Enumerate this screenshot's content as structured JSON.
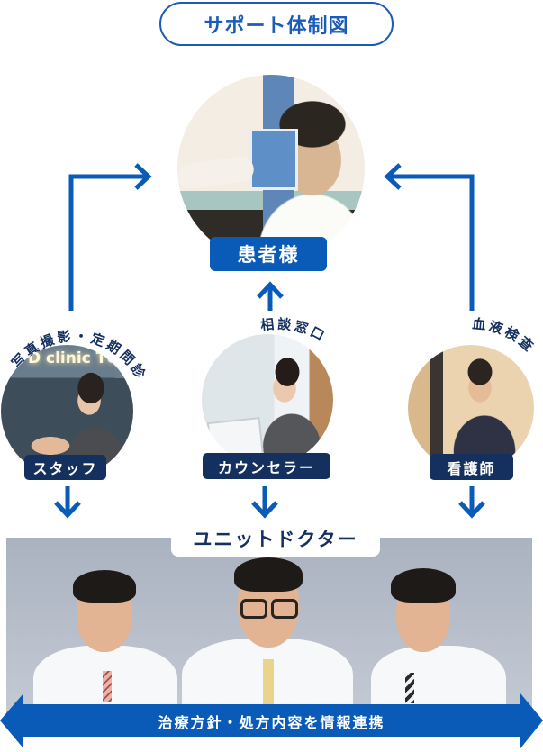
{
  "title": "サポート体制図",
  "colors": {
    "primary_blue": "#0a5bb8",
    "navy": "#14305e",
    "title_blue": "#1a5cb8",
    "background": "#ffffff"
  },
  "patient": {
    "label": "患者様",
    "photo": "patient-consultation-photo"
  },
  "roles": [
    {
      "label": "スタッフ",
      "caption": "写真撮影・定期問診",
      "photo": "staff-photo",
      "logo_text": "D clinic TO"
    },
    {
      "label": "カウンセラー",
      "caption": "相談窓口",
      "photo": "counselor-photo"
    },
    {
      "label": "看護師",
      "caption": "血液検査",
      "photo": "nurse-photo"
    }
  ],
  "unit_doctor": {
    "label": "ユニットドクター",
    "photo": "doctors-group-photo",
    "doctor_count": 3
  },
  "info_sharing": {
    "label": "治療方針・処方内容を情報連携"
  },
  "arrows": [
    {
      "from": "スタッフ",
      "to": "患者様",
      "direction": "up-right"
    },
    {
      "from": "カウンセラー",
      "to": "患者様",
      "direction": "up"
    },
    {
      "from": "看護師",
      "to": "患者様",
      "direction": "up-left"
    },
    {
      "from": "スタッフ",
      "to": "ユニットドクター",
      "direction": "down"
    },
    {
      "from": "カウンセラー",
      "to": "ユニットドクター",
      "direction": "down"
    },
    {
      "from": "看護師",
      "to": "ユニットドクター",
      "direction": "down"
    }
  ]
}
